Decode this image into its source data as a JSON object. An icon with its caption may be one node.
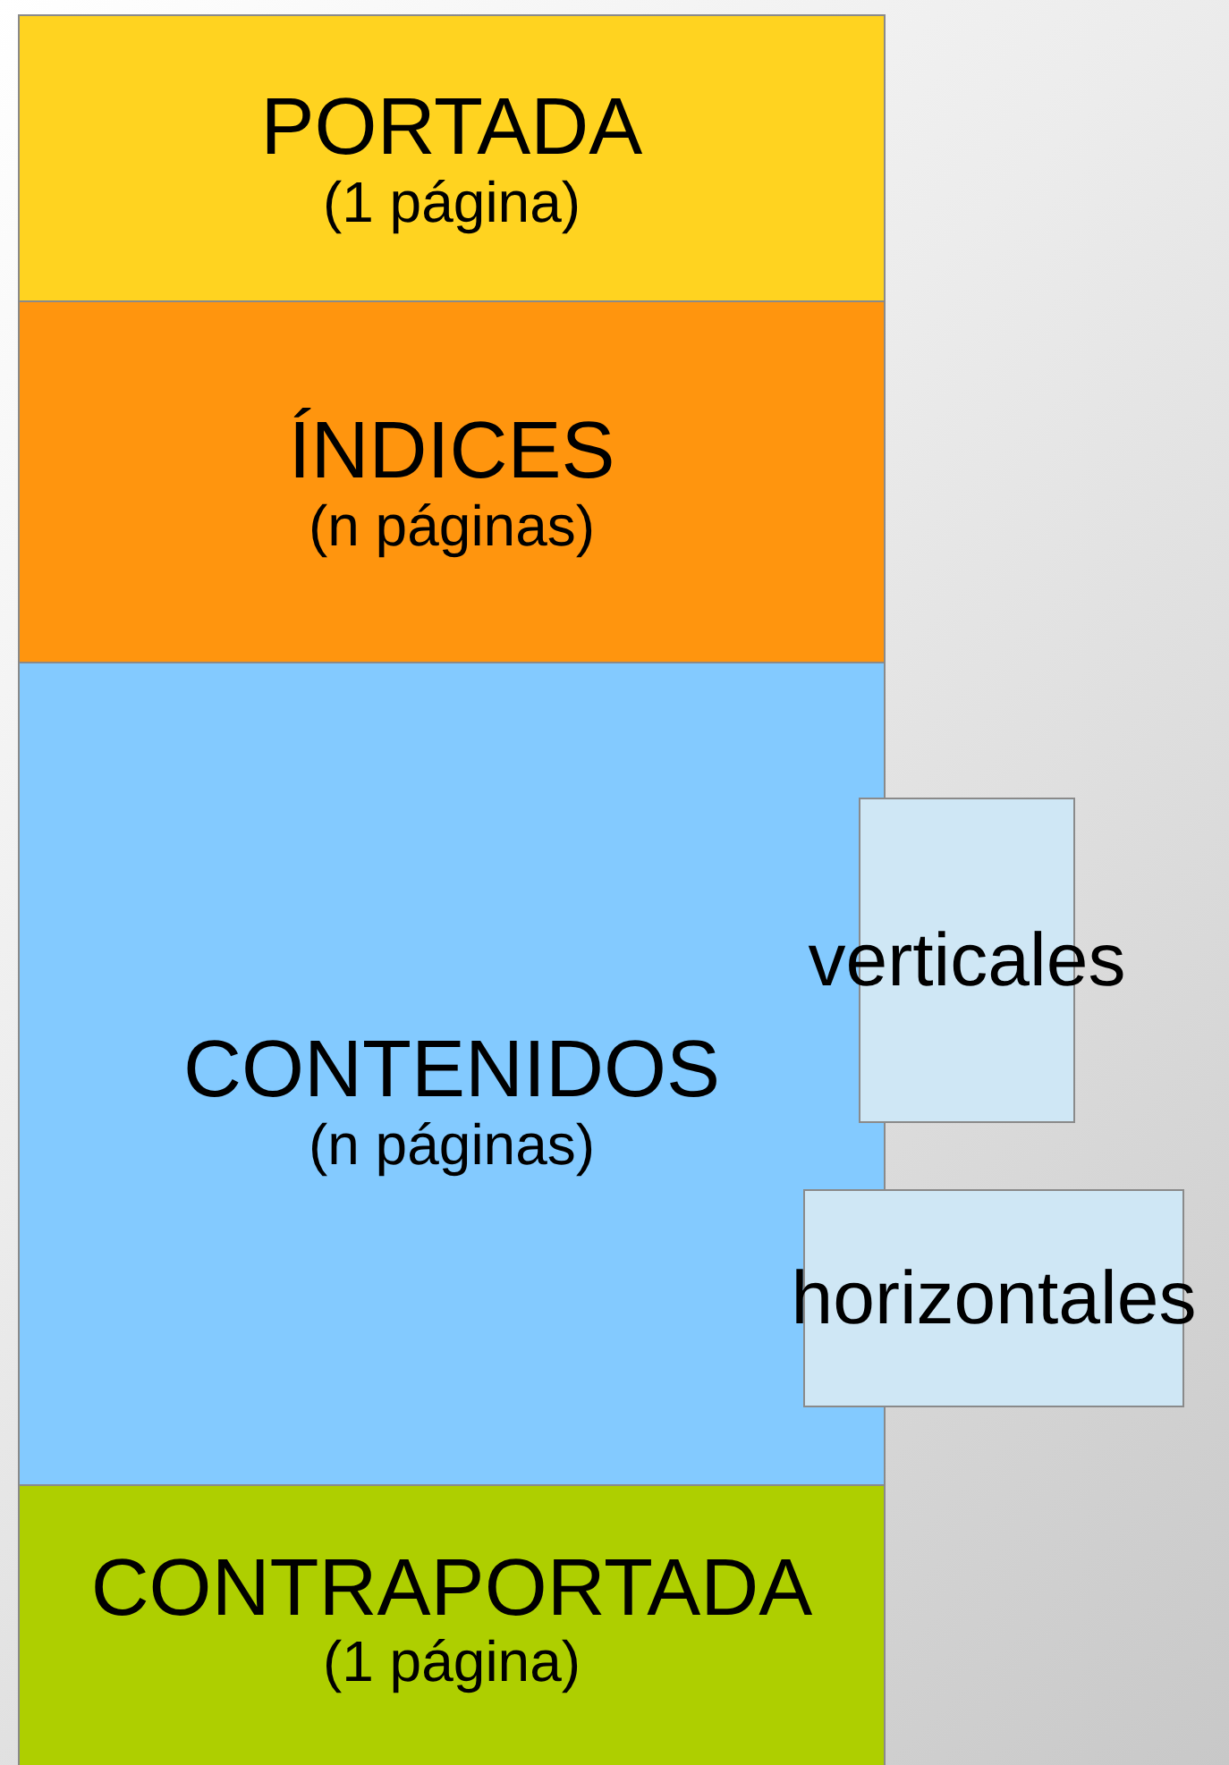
{
  "diagram": {
    "nodes": [
      {
        "text": [
          "PORTADA",
          "(1 página)"
        ]
      },
      {
        "text": [
          "ÍNDICES",
          "(n páginas)"
        ]
      },
      {
        "text": [
          "CONTENIDOS",
          "(n páginas)"
        ]
      },
      {
        "text": [
          "CONTRAPORTADA",
          "(1 página)"
        ]
      },
      {
        "text": [
          "verticales"
        ]
      },
      {
        "text": [
          "horizontales"
        ]
      }
    ]
  }
}
